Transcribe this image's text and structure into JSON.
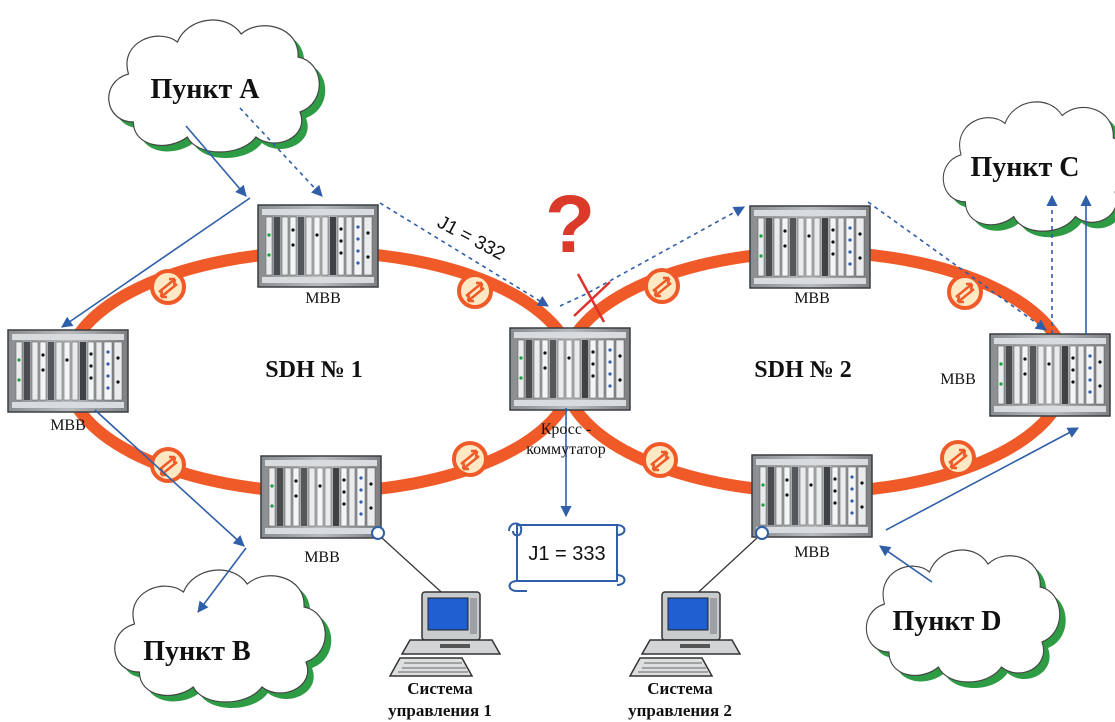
{
  "points": {
    "a": "Пункт А",
    "b": "Пункт В",
    "c": "Пункт С",
    "d": "Пункт D"
  },
  "rings": {
    "sdh1": "SDH № 1",
    "sdh2": "SDH № 2"
  },
  "node_label": "МВВ",
  "cross": {
    "line1": "Кросс -",
    "line2": "коммутатор"
  },
  "trace": {
    "sent": "J1 = 332",
    "expected": "J1 = 333"
  },
  "question": "?",
  "management": {
    "s1_line1": "Система",
    "s1_line2": "управления 1",
    "s2_line1": "Система",
    "s2_line2": "управления 2"
  },
  "colors": {
    "ring": "#f05a28",
    "arrow": "#2f5fa8",
    "cloud_shadow": "#2e9b45",
    "error": "#e0312a",
    "question": "#d93a2a"
  }
}
